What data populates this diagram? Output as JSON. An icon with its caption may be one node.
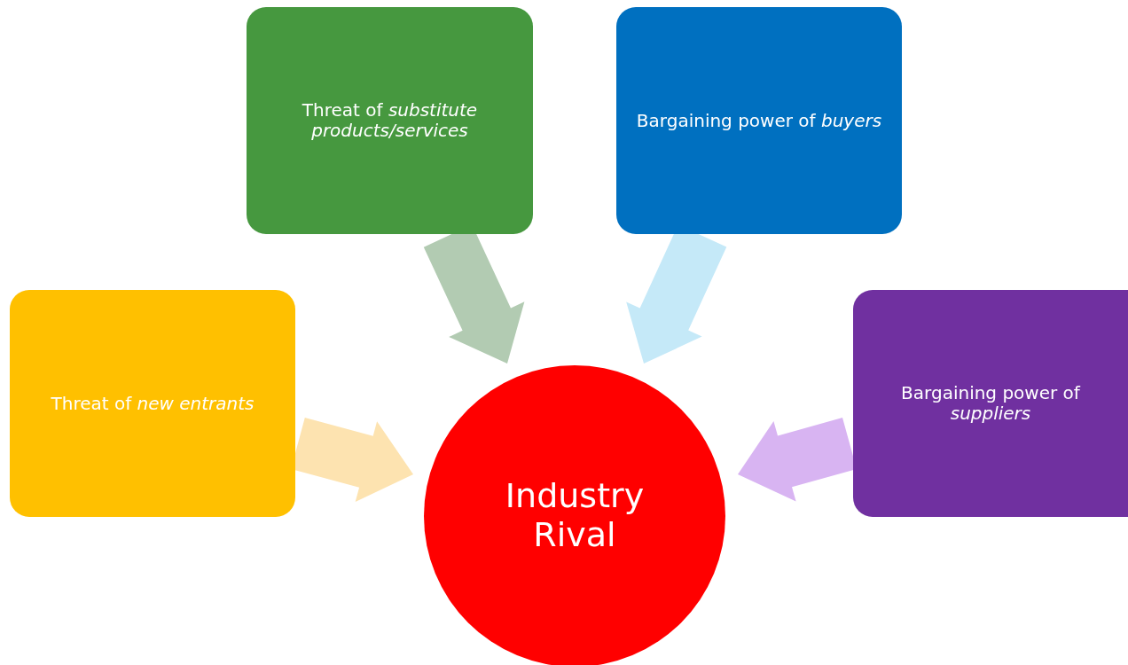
{
  "diagram": {
    "nodes": [
      {
        "text": [
          "Threat of *substitute products/services*"
        ]
      },
      {
        "text": [
          "Bargaining power of *buyers*"
        ]
      },
      {
        "text": [
          "Threat of *new entrants*"
        ]
      },
      {
        "text": [
          "Bargaining power of *suppliers*"
        ]
      },
      {
        "text": [
          "Industry Rival"
        ]
      }
    ],
    "edges": [
      {
        "from": 0,
        "to": 4,
        "arrow": "to",
        "color": "#b2cbb2"
      },
      {
        "from": 1,
        "to": 4,
        "arrow": "to",
        "color": "#c5e9f8"
      },
      {
        "from": 2,
        "to": 4,
        "arrow": "to",
        "color": "#fde3b0"
      },
      {
        "from": 3,
        "to": 4,
        "arrow": "to",
        "color": "#d8b4f2"
      }
    ]
  }
}
